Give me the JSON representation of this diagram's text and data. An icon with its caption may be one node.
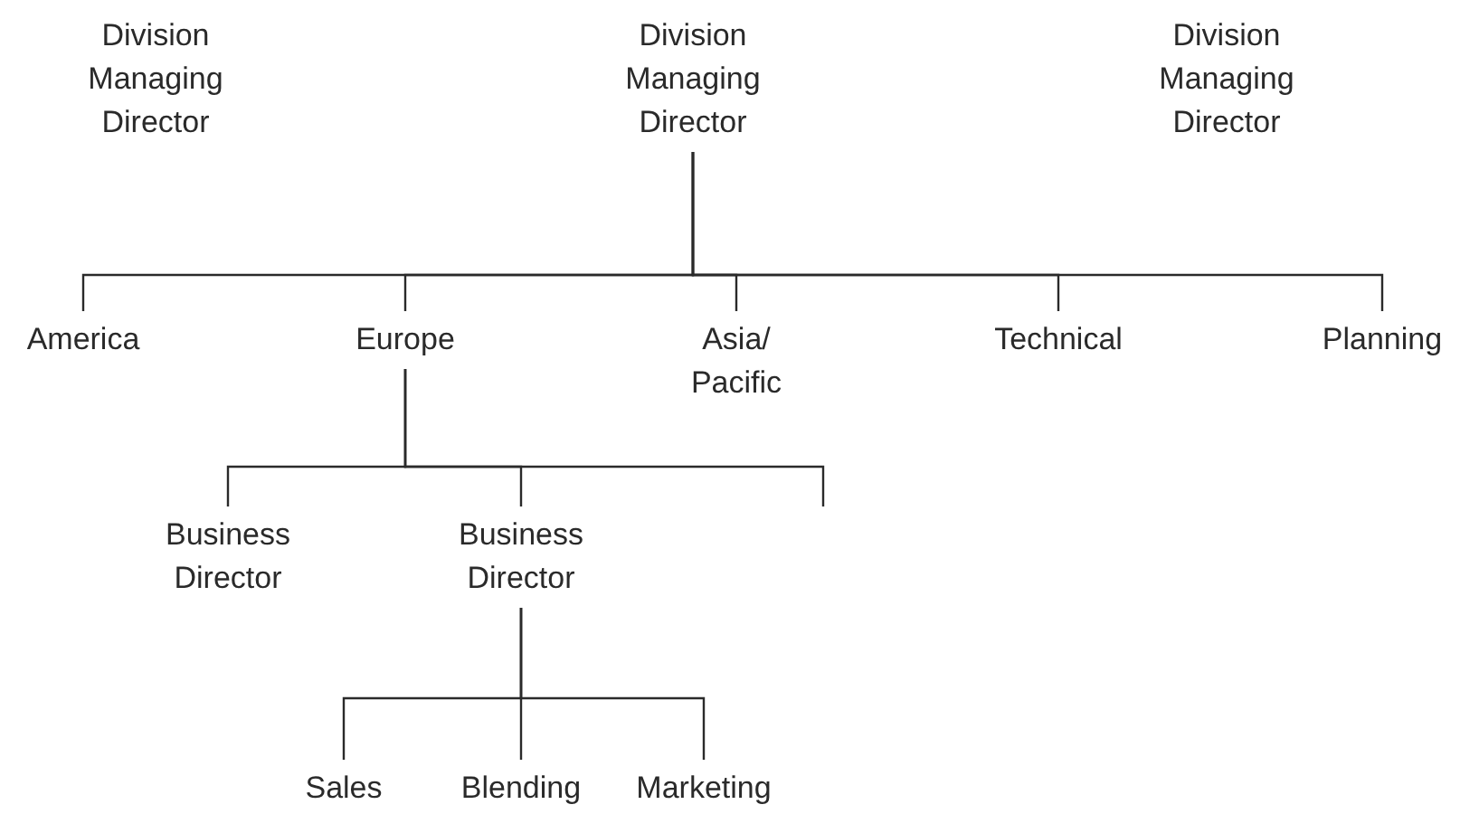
{
  "diagram": {
    "nodes": [
      {
        "text": [
          "Division Managing Director"
        ]
      },
      {
        "text": [
          "Division Managing Director"
        ]
      },
      {
        "text": [
          "Division Managing Director"
        ]
      },
      {
        "text": [
          "America"
        ]
      },
      {
        "text": [
          "Europe"
        ]
      },
      {
        "text": [
          "Asia/ Pacific"
        ]
      },
      {
        "text": [
          "Technical"
        ]
      },
      {
        "text": [
          "Planning"
        ]
      },
      {
        "text": [
          "Business Director"
        ]
      },
      {
        "text": [
          "Business Director"
        ]
      },
      {
        "text": [
          "Sales"
        ]
      },
      {
        "text": [
          "Blending"
        ]
      },
      {
        "text": [
          "Marketing"
        ]
      }
    ],
    "edges": [
      {
        "from": 1,
        "to": 3,
        "arrow": "none"
      },
      {
        "from": 1,
        "to": 4,
        "arrow": "none"
      },
      {
        "from": 1,
        "to": 5,
        "arrow": "none"
      },
      {
        "from": 1,
        "to": 6,
        "arrow": "none"
      },
      {
        "from": 1,
        "to": 7,
        "arrow": "none"
      },
      {
        "from": 4,
        "to": 8,
        "arrow": "none"
      },
      {
        "from": 4,
        "to": 9,
        "arrow": "none"
      },
      {
        "from": 4,
        "to": null,
        "arrow": "none"
      },
      {
        "from": 9,
        "to": 10,
        "arrow": "none"
      },
      {
        "from": 9,
        "to": 11,
        "arrow": "none"
      },
      {
        "from": 9,
        "to": 12,
        "arrow": "none"
      }
    ]
  }
}
